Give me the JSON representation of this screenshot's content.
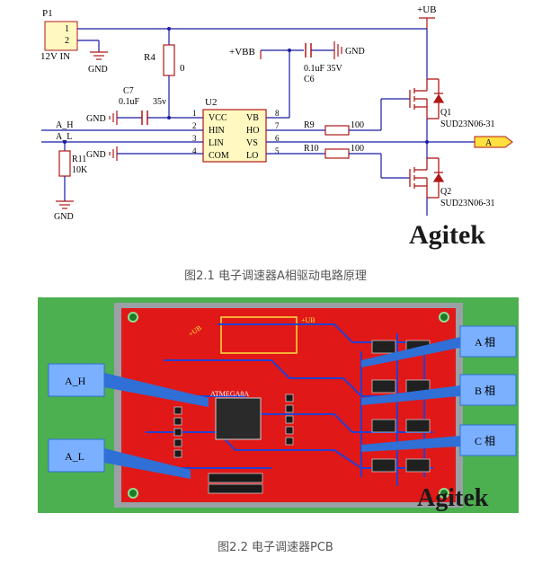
{
  "schematic": {
    "p1": {
      "ref": "P1",
      "pin1": "1",
      "pin2": "2",
      "value": "12V IN",
      "gnd": "GND"
    },
    "r4": {
      "ref": "R4",
      "value": "0"
    },
    "vub": "+UB",
    "vbb": "+VBB",
    "c6": {
      "value": "0.1uF 35V",
      "ref": "C6",
      "gnd": "GND"
    },
    "c7": {
      "ref": "C7",
      "value": "0.1uF",
      "voltage": "35v",
      "gnd": "GND"
    },
    "u2": {
      "ref": "U2",
      "left_pins": [
        "VCC",
        "HIN",
        "LIN",
        "COM"
      ],
      "right_pins": [
        "VB",
        "HO",
        "VS",
        "LO"
      ],
      "left_nums": [
        "1",
        "2",
        "3",
        "4"
      ],
      "right_nums": [
        "8",
        "7",
        "6",
        "5"
      ]
    },
    "net_ah": "A_H",
    "net_al": "A_L",
    "r11": {
      "ref": "R11",
      "value": "10K",
      "gnd": "GND"
    },
    "gnd_com": "GND",
    "r9": {
      "ref": "R9",
      "value": "100"
    },
    "r10": {
      "ref": "R10",
      "value": "100"
    },
    "q1": {
      "ref": "Q1",
      "part": "SUD23N06-31"
    },
    "q2": {
      "ref": "Q2",
      "part": "SUD23N06-31"
    },
    "out_port": "A",
    "watermark": "Agitek"
  },
  "caption1": "图2.1 电子调速器A相驱动电路原理",
  "pcb": {
    "label_ah": "A_H",
    "label_al": "A_L",
    "label_a": "A 相",
    "label_b": "B 相",
    "label_c": "C 相",
    "chip_marking": "ATMEGA8A",
    "silk_ub": "+UB",
    "silk_ub2": "+UB",
    "watermark": "Agitek"
  },
  "caption2": "图2.2 电子调速器PCB",
  "colors": {
    "wire": "#1a1aa6",
    "component": "#b01818",
    "pcb_red": "#e01818",
    "pcb_frame": "#9aa0a6",
    "pcb_bg": "#4caf50",
    "label_box": "#7ab0ff",
    "callout": "#2f6fd6"
  }
}
